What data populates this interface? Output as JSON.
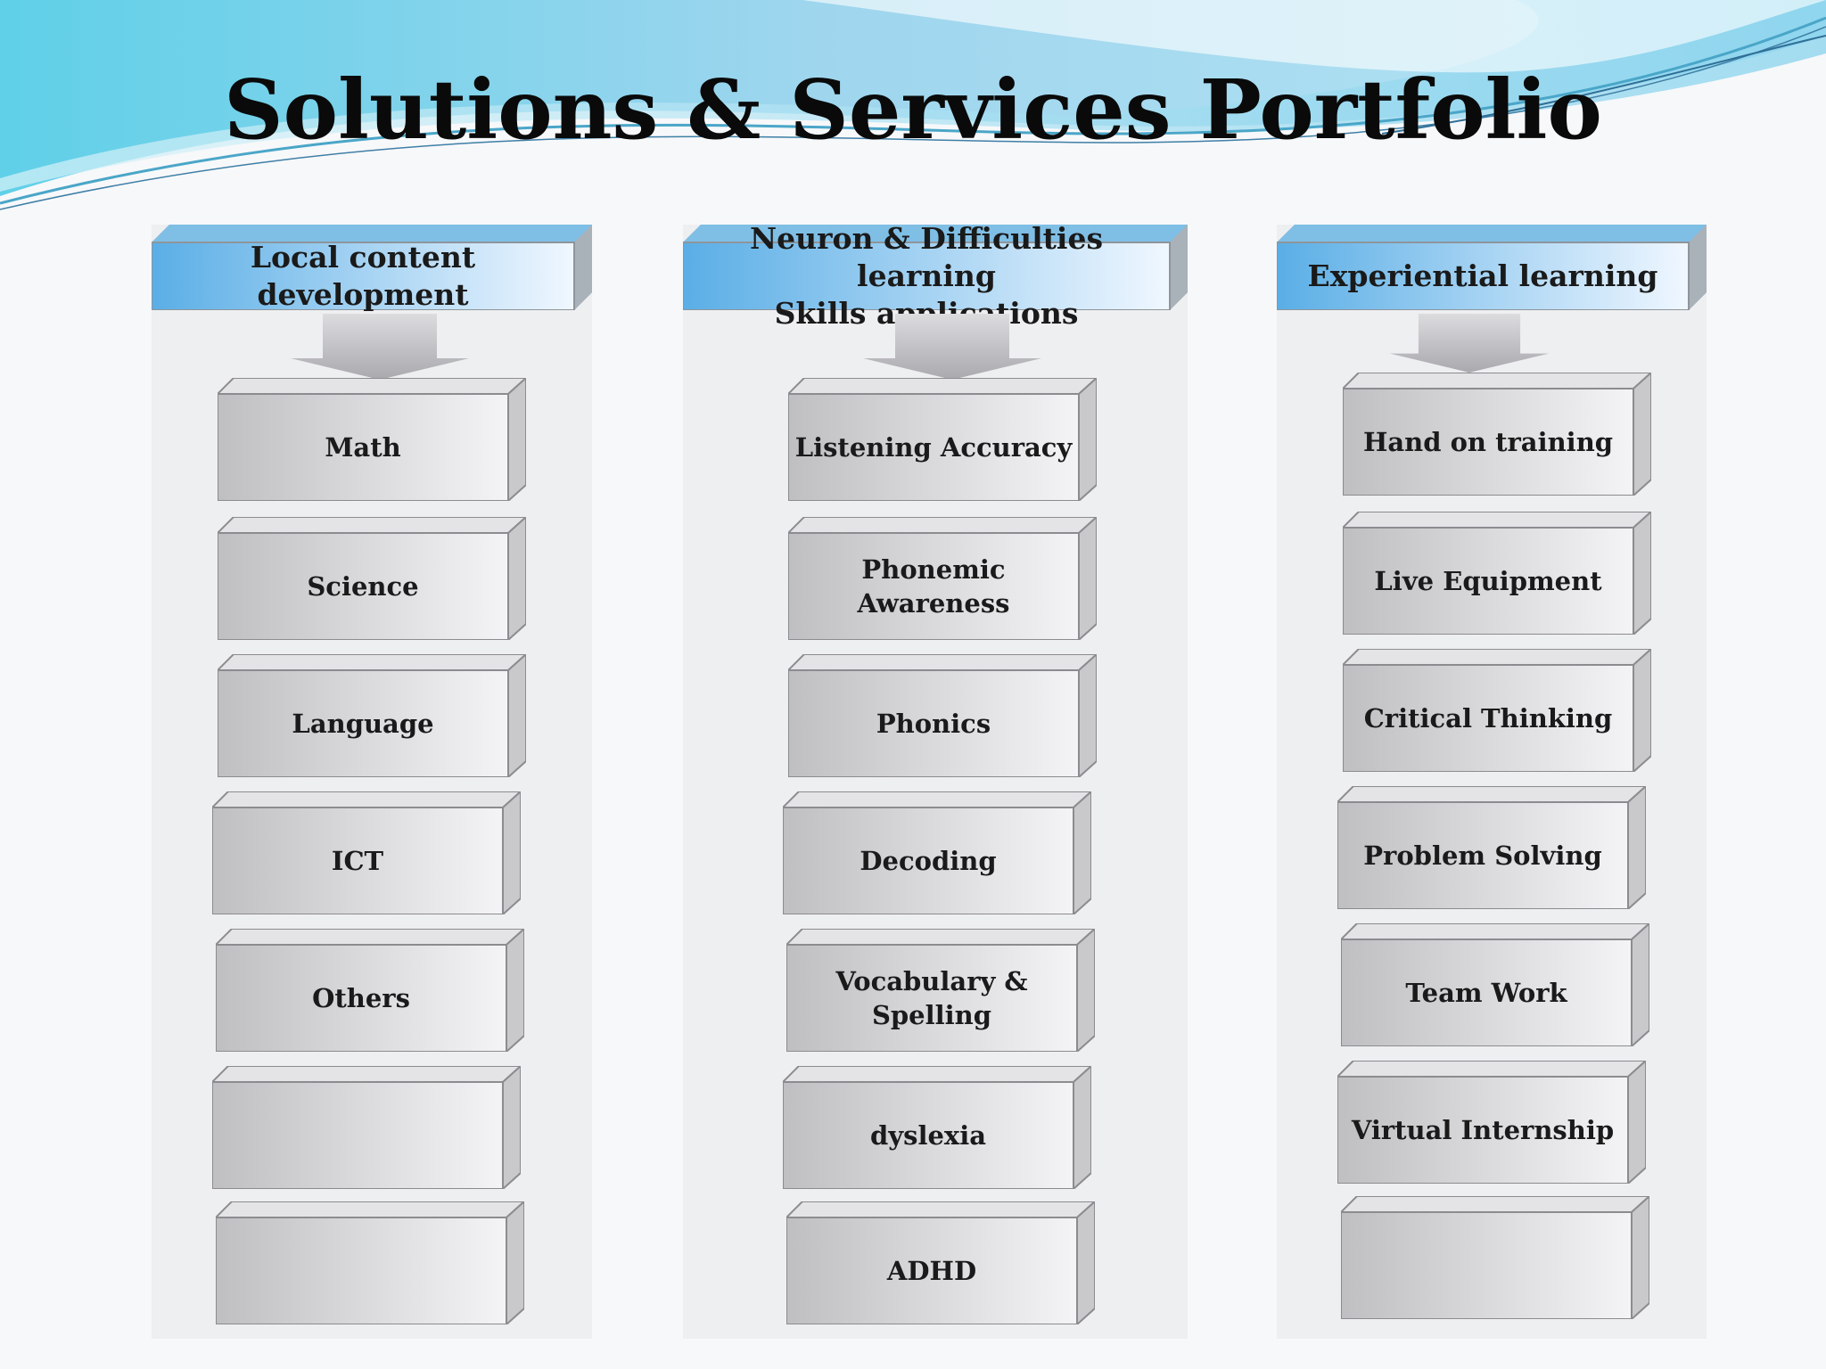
{
  "title": "Solutions & Services Portfolio",
  "colors": {
    "header_left": "#5aaee6",
    "header_right": "#eef6ff",
    "box_dark": "#bfbfc2",
    "box_light": "#f4f4f6",
    "column_bg": "#eeeff1",
    "wave": "#6cc6e8"
  },
  "columns": [
    {
      "header": "Local content development",
      "items": [
        "Math",
        "Science",
        "Language",
        "ICT",
        "Others",
        "",
        ""
      ]
    },
    {
      "header": "Neuron & Difficulties learning\nSkills applications",
      "items": [
        "Listening Accuracy",
        "Phonemic\nAwareness",
        "Phonics",
        "Decoding",
        "Vocabulary &\nSpelling",
        "dyslexia",
        "ADHD"
      ]
    },
    {
      "header": "Experiential learning",
      "items": [
        "Hand on training",
        "Live Equipment",
        "Critical Thinking",
        "Problem Solving",
        "Team Work",
        "Virtual Internship",
        ""
      ]
    }
  ]
}
